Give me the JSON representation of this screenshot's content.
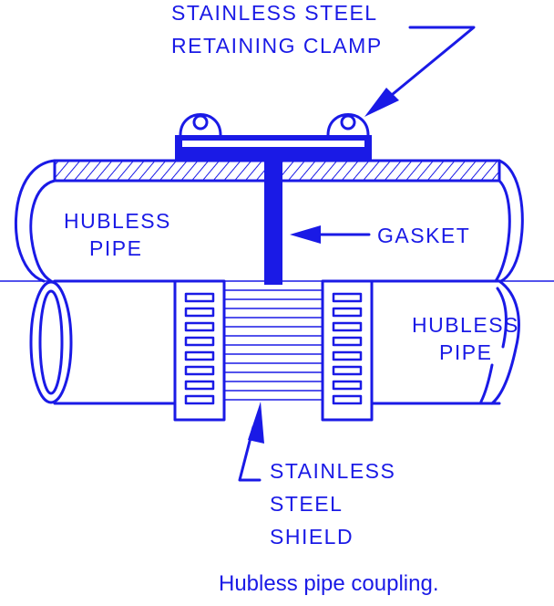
{
  "labels": {
    "clamp_line1": "STAINLESS  STEEL",
    "clamp_line2": "RETAINING  CLAMP",
    "pipe_left_line1": "HUBLESS",
    "pipe_left_line2": "PIPE",
    "gasket": "GASKET",
    "pipe_right_line1": "HUBLESS",
    "pipe_right_line2": "PIPE",
    "shield_line1": "STAINLESS",
    "shield_line2": "STEEL",
    "shield_line3": "SHIELD"
  },
  "caption": "Hubless pipe coupling.",
  "colors": {
    "ink": "#1a1ae6",
    "background": "#ffffff"
  }
}
